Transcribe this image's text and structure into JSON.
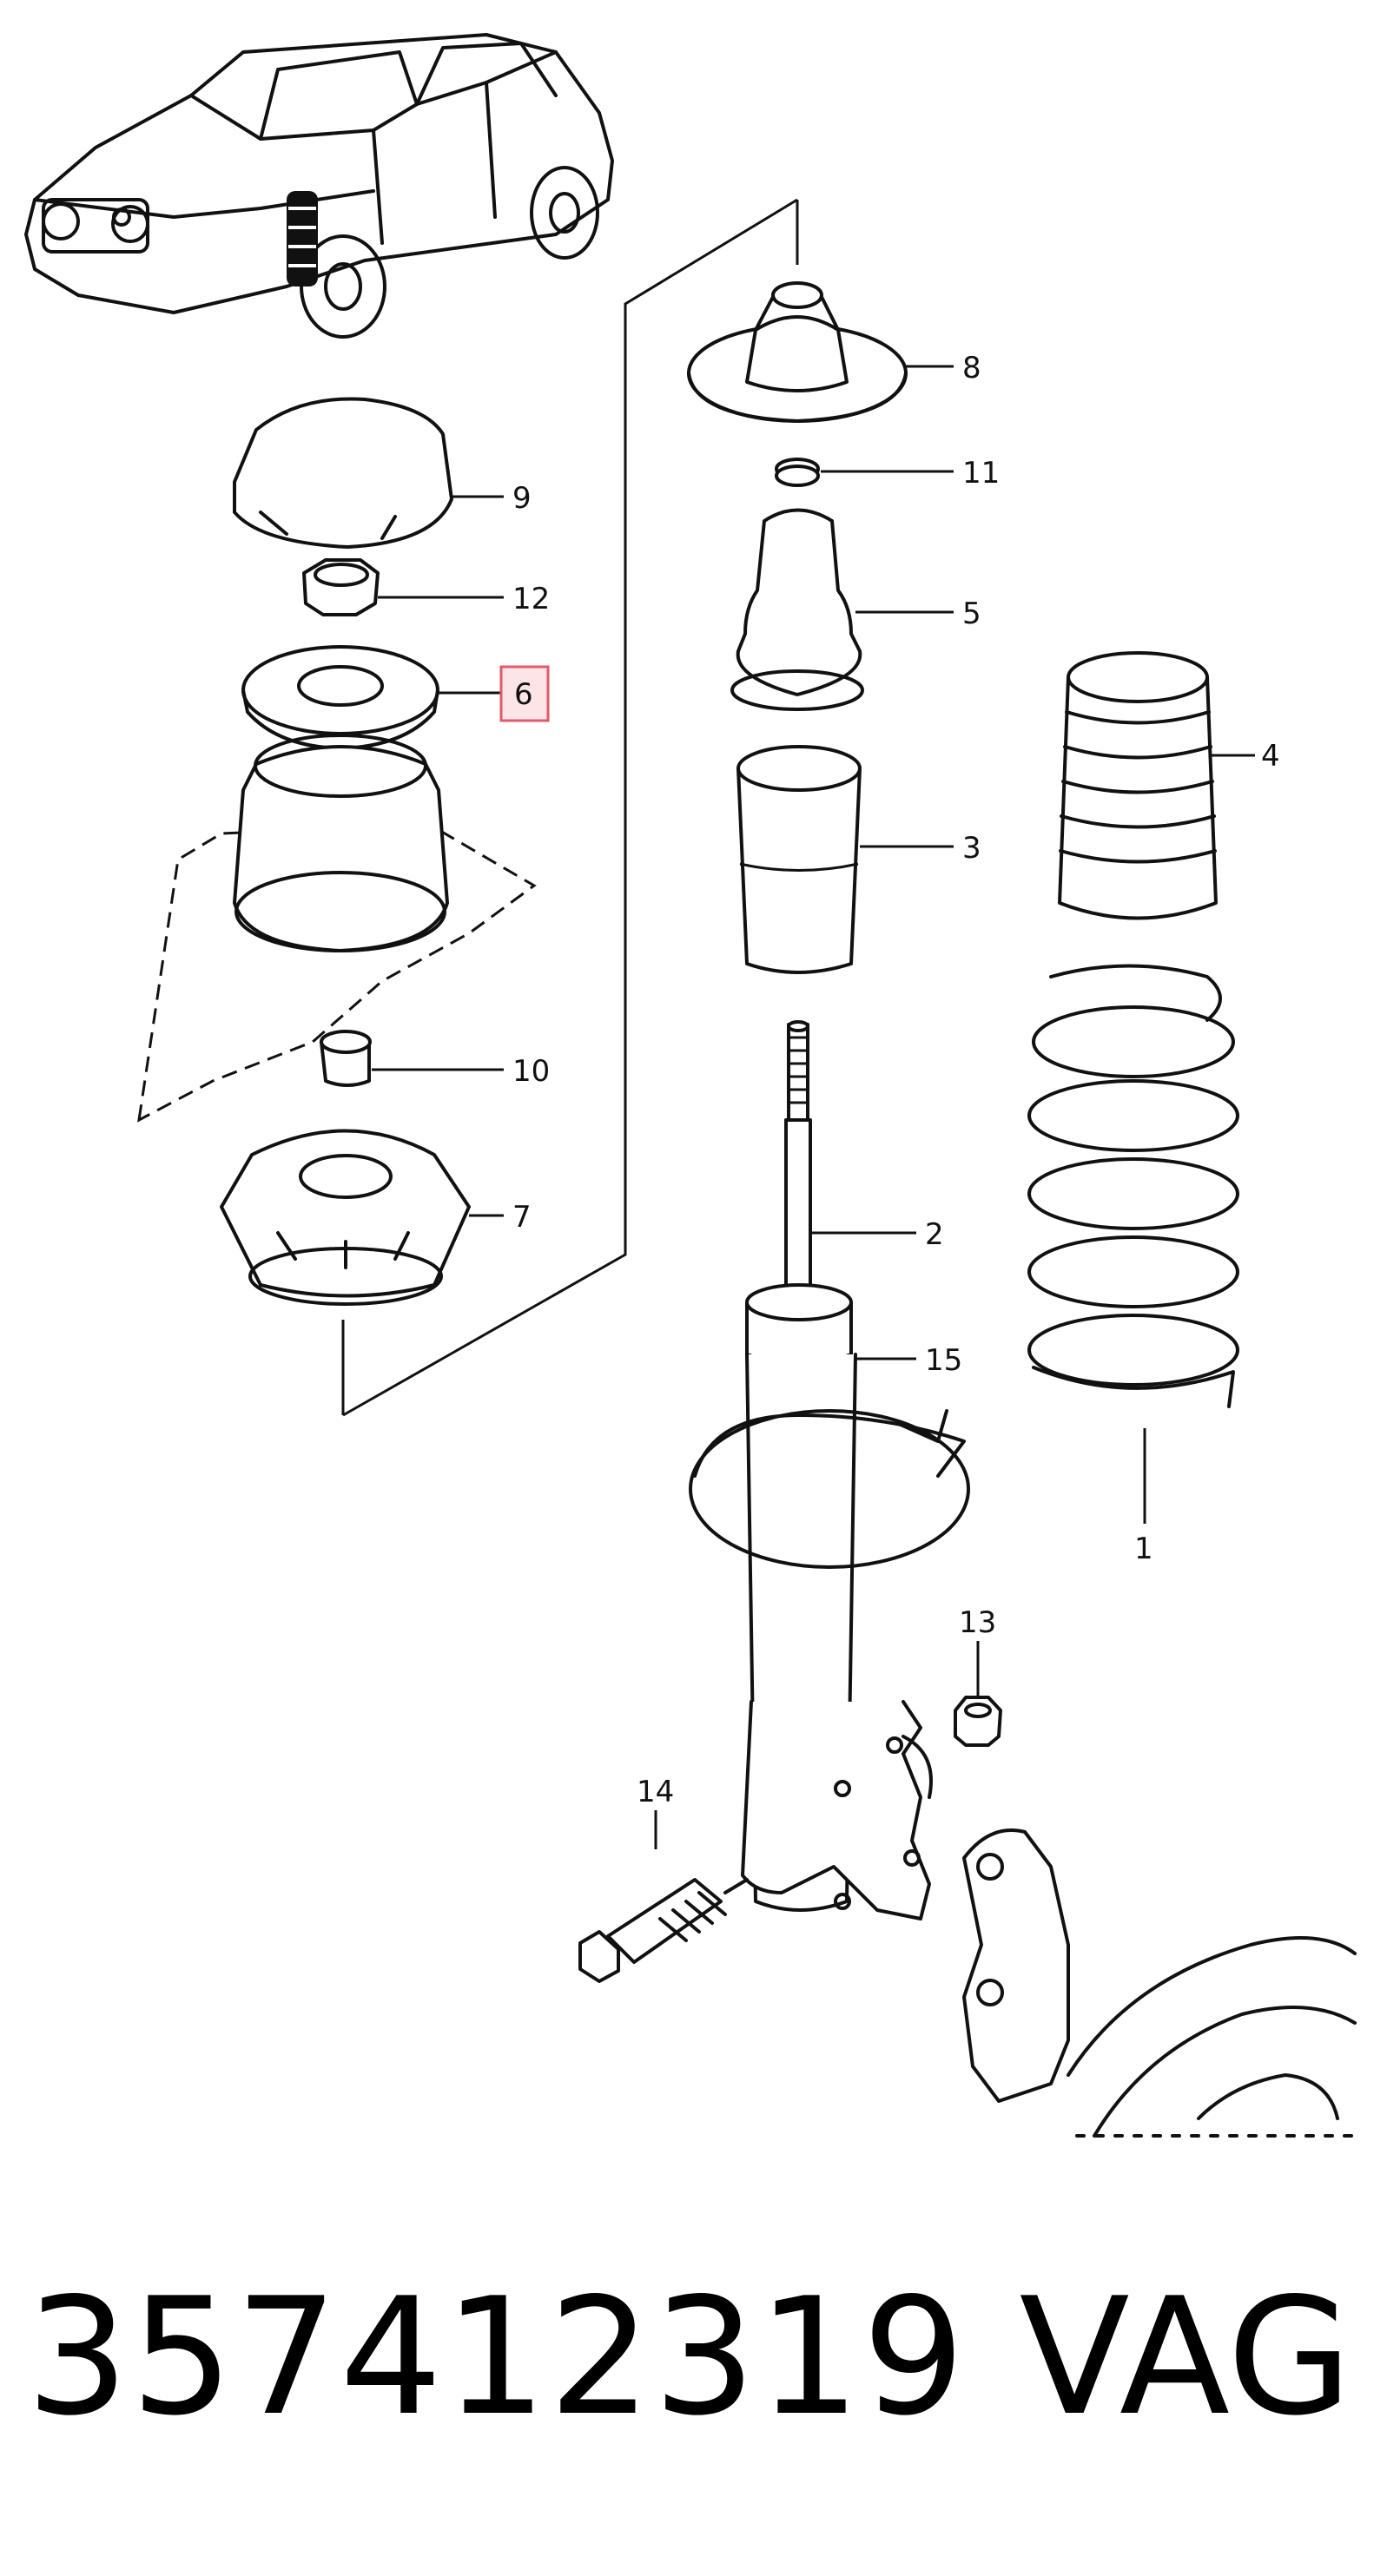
{
  "callouts": {
    "c1": "1",
    "c2": "2",
    "c3": "3",
    "c4": "4",
    "c5": "5",
    "c6": "6",
    "c7": "7",
    "c8": "8",
    "c9": "9",
    "c10": "10",
    "c11": "11",
    "c12": "12",
    "c13": "13",
    "c14": "14",
    "c15": "15"
  },
  "highlight_color": "#e05a6a",
  "part_number": "357412319",
  "brand": "VAG"
}
